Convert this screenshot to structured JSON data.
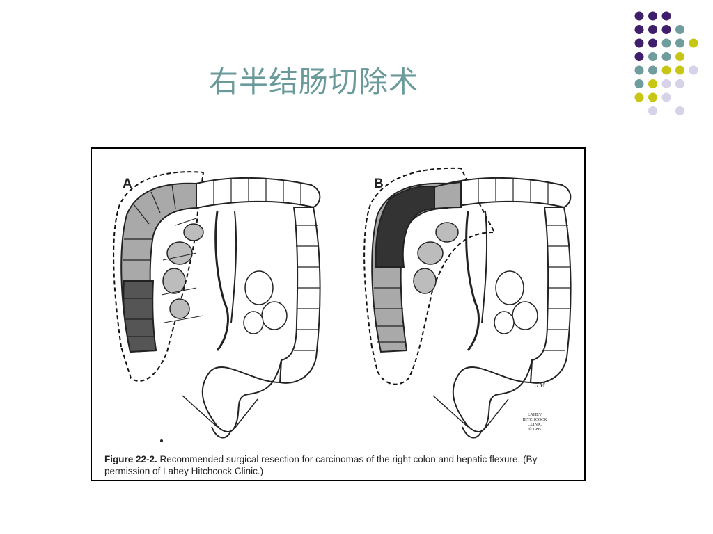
{
  "slide": {
    "title": "右半结肠切除术",
    "accent_colors": {
      "purple": "#3f1f6b",
      "teal": "#6f9c9c",
      "olive": "#c8c614",
      "lavender": "#d6d3e8",
      "title": "#6b9a9a"
    }
  },
  "figure": {
    "panel_a_label": "A",
    "panel_b_label": "B",
    "caption_label": "Figure 22-2.",
    "caption_text": "Recommended surgical resection for carcinomas of the right colon and hepatic flexure. (By permission of Lahey Hitchcock Clinic.)",
    "artist_initials": "JM",
    "clinic_stamp": [
      "LAHEY",
      "HITCHCOCK",
      "CLINIC",
      "© 1995"
    ]
  }
}
